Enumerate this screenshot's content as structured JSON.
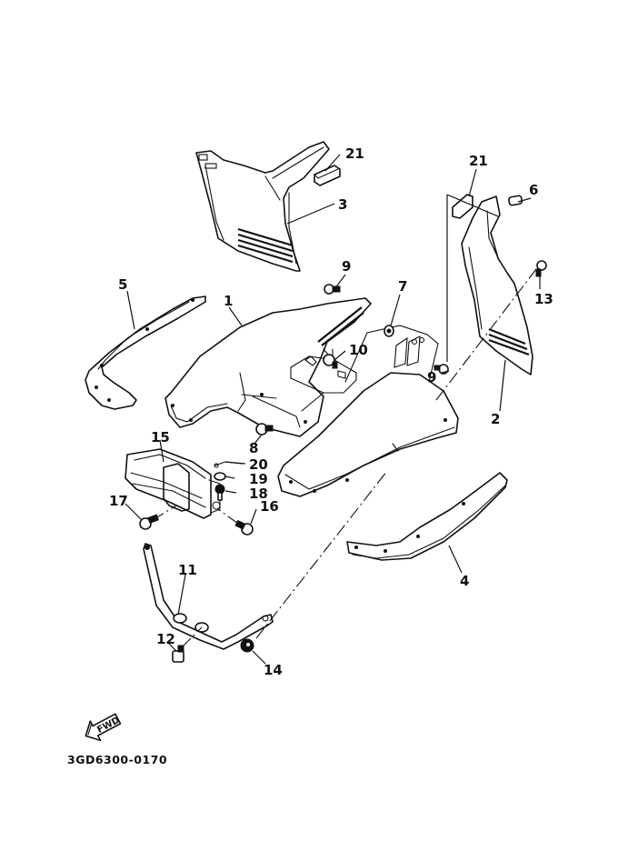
{
  "diagram": {
    "drawing_code": "3GD6300-0170",
    "direction_indicator": "FWD",
    "parts": [
      {
        "ref": "1",
        "description": "front fender"
      },
      {
        "ref": "2",
        "description": "right side cover / flap"
      },
      {
        "ref": "3",
        "description": "left side cover / flap"
      },
      {
        "ref": "4",
        "description": "right fender trim strip"
      },
      {
        "ref": "5",
        "description": "left fender trim strip"
      },
      {
        "ref": "6",
        "description": "collar"
      },
      {
        "ref": "7",
        "description": "grommet"
      },
      {
        "ref": "8",
        "description": "bolt"
      },
      {
        "ref": "9",
        "description": "bolt"
      },
      {
        "ref": "10",
        "description": "cap / fuel cap"
      },
      {
        "ref": "11",
        "description": "stay bar"
      },
      {
        "ref": "12",
        "description": "bolt"
      },
      {
        "ref": "13",
        "description": "bolt"
      },
      {
        "ref": "14",
        "description": "nut"
      },
      {
        "ref": "15",
        "description": "front carrier / guard"
      },
      {
        "ref": "16",
        "description": "bolt"
      },
      {
        "ref": "17",
        "description": "bolt"
      },
      {
        "ref": "18",
        "description": "damper"
      },
      {
        "ref": "19",
        "description": "washer"
      },
      {
        "ref": "20",
        "description": "clip"
      },
      {
        "ref": "21",
        "description": "damper / cushion"
      }
    ],
    "callouts": {
      "c1": "1",
      "c2": "2",
      "c3": "3",
      "c4": "4",
      "c5": "5",
      "c6": "6",
      "c7": "7",
      "c8": "8",
      "c9a": "9",
      "c9b": "9",
      "c10": "10",
      "c11": "11",
      "c12": "12",
      "c13": "13",
      "c14": "14",
      "c15": "15",
      "c16": "16",
      "c17": "17",
      "c18": "18",
      "c19": "19",
      "c20": "20",
      "c21a": "21",
      "c21b": "21"
    }
  }
}
